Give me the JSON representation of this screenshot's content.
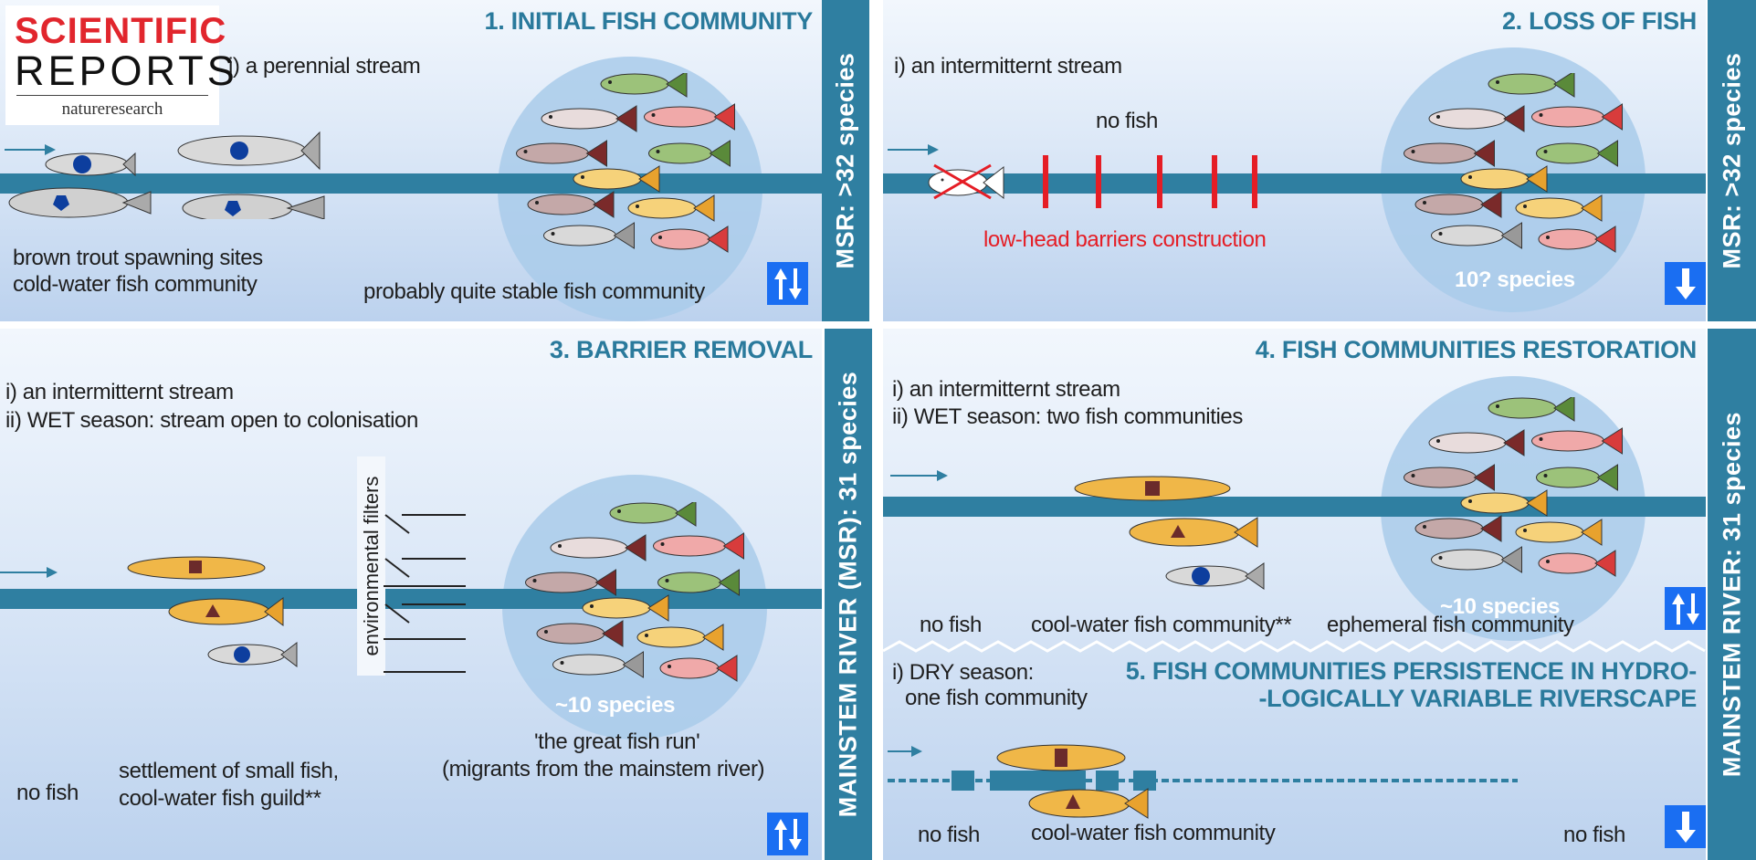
{
  "logo": {
    "line1": "SCIENTIFIC",
    "line2": "REPORTS",
    "line3": "natureresearch",
    "brand_red": "#e1262d"
  },
  "colors": {
    "stream": "#2f7fa1",
    "title": "#2a7a9c",
    "barrier": "#e51d25",
    "arrow_box": "#1a6ef2",
    "pond": "#a9cbea"
  },
  "panels": [
    {
      "title": "1. INITIAL FISH COMMUNITY",
      "condition": "i) a perennial stream",
      "left_caption_1": "brown trout spawning sites",
      "left_caption_2": "cold-water fish community",
      "right_caption": "probably quite stable fish community",
      "trend_icon": "up-down-arrows-icon",
      "sidebar": "MSR: >32 species"
    },
    {
      "title": "2. LOSS OF FISH",
      "condition": "i) an intermitternt stream",
      "no_fish": "no fish",
      "barrier_caption": "low-head barriers construction",
      "pond_label": "10? species",
      "trend_icon": "down-arrow-icon",
      "sidebar": "MSR: >32 species",
      "barrier_count": 5
    },
    {
      "title": "3. BARRIER REMOVAL",
      "condition_1": "i)  an intermitternt stream",
      "condition_2": "ii) WET season: stream open to colonisation",
      "filter_label": "environmental filters",
      "pond_label": "~10 species",
      "run_caption_1": "'the great fish run'",
      "run_caption_2": "(migrants from the mainstem river)",
      "no_fish": "no fish",
      "settle_caption_1": "settlement of small fish,",
      "settle_caption_2": "cool-water fish guild**",
      "trend_icon": "up-down-arrows-icon",
      "sidebar": "MAINSTEM  RIVER (MSR): 31 species"
    },
    {
      "title": "4. FISH COMMUNITIES RESTORATION",
      "condition_1": "i) an intermitternt stream",
      "condition_2": "ii) WET season: two fish communities",
      "pond_label": "~10 species",
      "no_fish": "no fish",
      "coolwater_caption": "cool-water fish community**",
      "ephemeral_caption": "ephemeral fish community",
      "trend_icon": "up-down-arrows-icon",
      "sidebar": "MAINSTEM  RIVER:  31 species"
    },
    {
      "title_1": "5. FISH COMMUNITIES PERSISTENCE IN HYDRO-",
      "title_2": "-LOGICALLY VARIABLE RIVERSCAPE",
      "condition_1": "i) DRY season:",
      "condition_2": "one fish community",
      "no_fish_left": "no fish",
      "coolwater_caption": "cool-water fish community",
      "no_fish_right": "no fish",
      "trend_icon": "down-arrow-icon"
    }
  ]
}
